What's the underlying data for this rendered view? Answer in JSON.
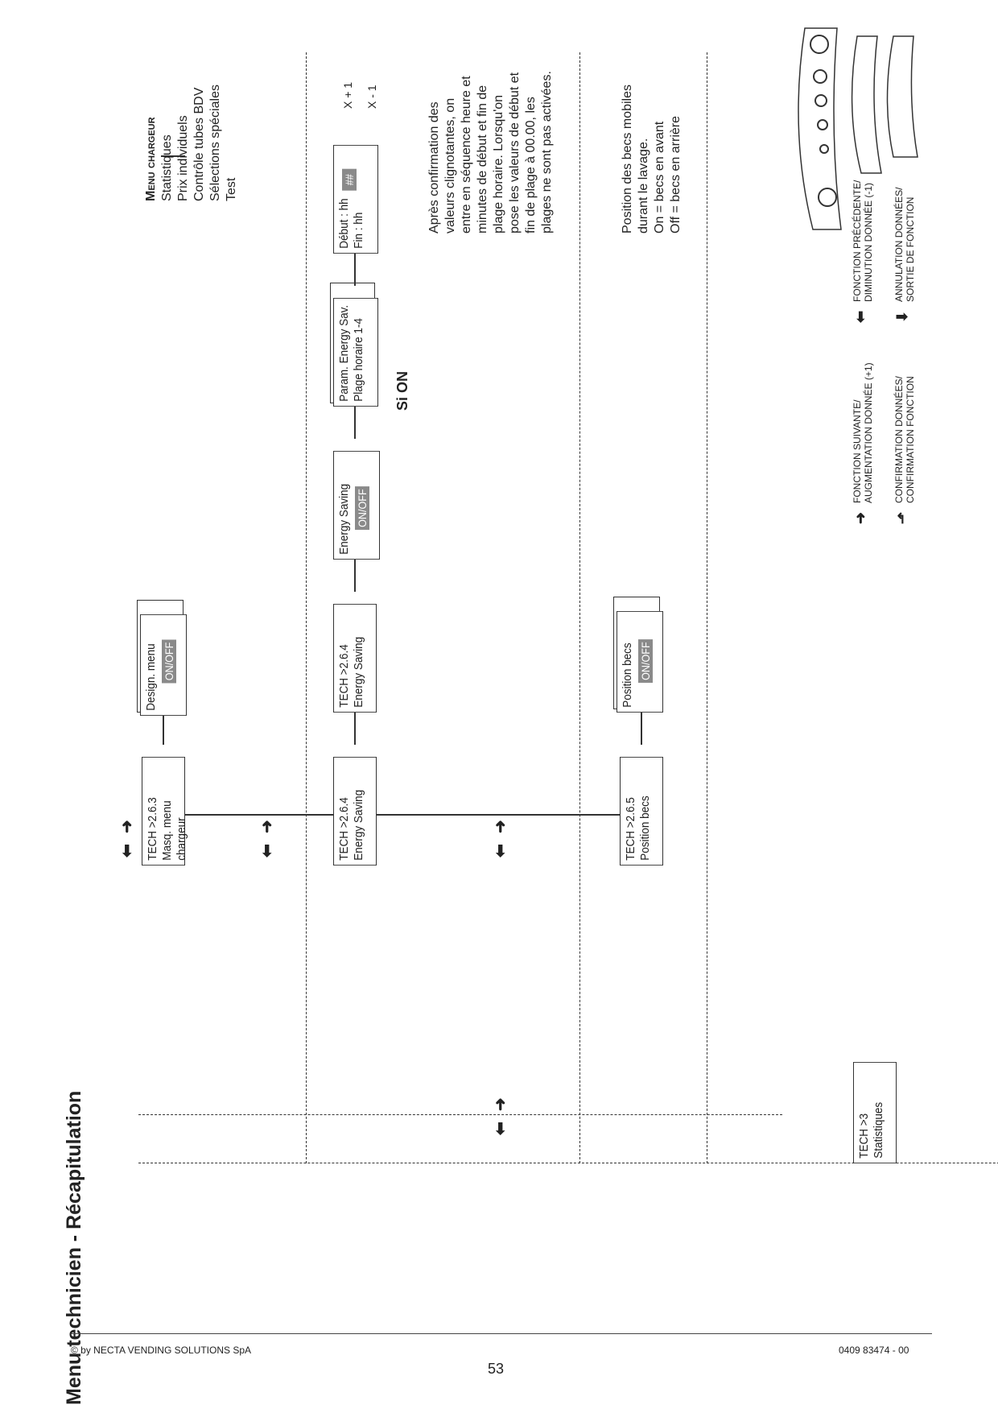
{
  "page": {
    "title": "Menu technicien - Récapitulation",
    "footer_left": "© by NECTA VENDING SOLUTIONS SpA",
    "footer_right": "0409 83474 - 00",
    "page_number": "53"
  },
  "menu_chargeur": {
    "heading": "Menu chargeur",
    "items": [
      "Statistiques",
      "Prix individuels",
      "Contrôle tubes BDV",
      "Sélections spéciales",
      "Test"
    ]
  },
  "boxes": {
    "b263": {
      "line1": "TECH >2.6.3",
      "line2": "Masq. menu chargeur"
    },
    "design": {
      "line1": "Design. menu",
      "value": "ON/OFF"
    },
    "b264a": {
      "line1": "TECH >2.6.4",
      "line2": "Energy Saving"
    },
    "b264b": {
      "line1": "TECH >2.6.4",
      "line2": "Energy Saving"
    },
    "energy": {
      "line1": "Energy Saving",
      "value": "ON/OFF"
    },
    "param": {
      "line1": "Param. Energy Sav.",
      "line2": "Plage horaire 1-4"
    },
    "debut": {
      "line1": "Début : hh",
      "line2": "Fin : hh",
      "value": "##"
    },
    "b265": {
      "line1": "TECH >2.6.5",
      "line2": "Position becs"
    },
    "position": {
      "line1": "Position becs",
      "value": "ON/OFF"
    },
    "b3": {
      "line1": "TECH >3",
      "line2": "Statistiques"
    }
  },
  "labels": {
    "si_on": "Si ON",
    "x_plus": "X + 1",
    "x_minus": "X - 1"
  },
  "notes": {
    "energy_note": [
      "Après confirmation des",
      "valeurs clignotantes, on",
      "entre en séquence heure et",
      "minutes de début et fin de",
      "plage horaire. Lorsqu'on",
      "pose les valeurs de début et",
      "fin de plage à 00.00, les",
      "plages ne sont pas activées."
    ],
    "becs_note": [
      "Position des becs mobiles",
      "durant le lavage.",
      "On = becs en avant",
      "Off = becs en arrière"
    ]
  },
  "legend": {
    "next_1": "FONCTION SUIVANTE/",
    "next_2": "AUGMENTATION DONNÉE (+1)",
    "prev_1": "FONCTION PRÉCÉDENTE/",
    "prev_2": "DIMINUTION DONNÉE (-1)",
    "confirm_1": "CONFIRMATION DONNÉES/",
    "confirm_2": "CONFIRMATION FONCTION",
    "cancel_1": "ANNULATION DONNÉES/",
    "cancel_2": "SORTIE DE FONCTION"
  }
}
